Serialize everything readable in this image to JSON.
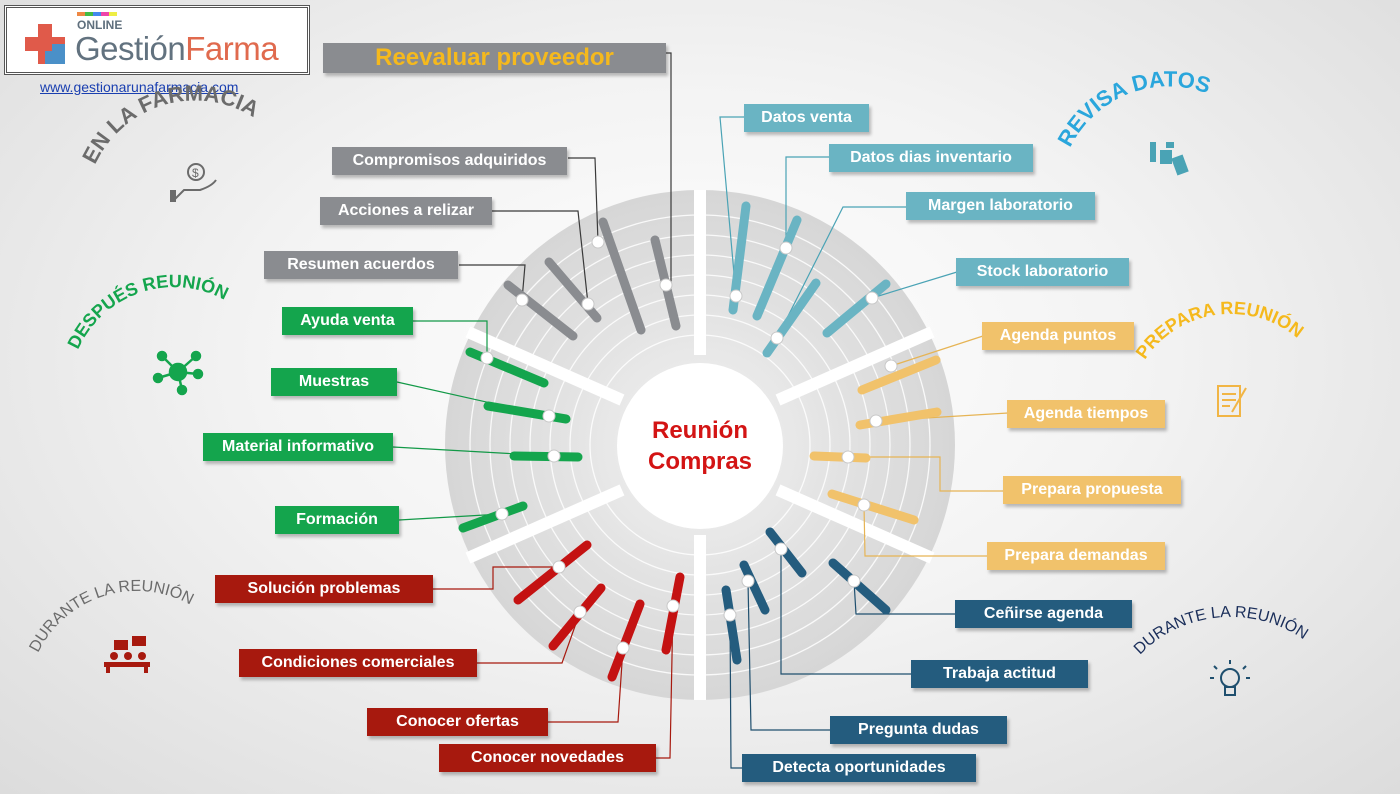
{
  "logo": {
    "online": "ONLINE",
    "name_a": "Gestión",
    "name_b": "Farma"
  },
  "url": "www.gestionarunafarmacia.com",
  "title": "Reevaluar proveedor",
  "center": {
    "line1": "Reunión",
    "line2": "Compras"
  },
  "sections": {
    "en_la_farmacia": "EN LA FARMACIA",
    "revisa_datos": "REVISA DATOS",
    "despues_reunion": "DESPUÉS REUNIÓN",
    "prepara_reunion": "PREPARA REUNIÓN",
    "durante_left": "DURANTE LA REUNIÓN",
    "durante_right": "DURANTE LA REUNIÓN"
  },
  "colors": {
    "gray": "#8a8c90",
    "teal": "#6ab4c3",
    "yellow": "#f1c26b",
    "green": "#14a54d",
    "red": "#a7190e",
    "navy": "#245c7e",
    "title_text": "#f5b91d",
    "center_text": "#d31414"
  },
  "icons": {
    "en_la_farmacia": "hand-coin-icon",
    "revisa_datos": "hand-data-icon",
    "despues_reunion": "network-icon",
    "prepara_reunion": "document-pen-icon",
    "durante_left": "meeting-icon",
    "durante_right": "lightbulb-icon"
  },
  "labels": {
    "gray": [
      "Compromisos adquiridos",
      "Acciones a relizar",
      "Resumen acuerdos"
    ],
    "teal": [
      "Datos venta",
      "Datos dias inventario",
      "Margen laboratorio",
      "Stock laboratorio"
    ],
    "yellow": [
      "Agenda puntos",
      "Agenda tiempos",
      "Prepara propuesta",
      "Prepara demandas"
    ],
    "green": [
      "Ayuda venta",
      "Muestras",
      "Material informativo",
      "Formación"
    ],
    "red": [
      "Solución problemas",
      "Condiciones comerciales",
      "Conocer ofertas",
      "Conocer novedades"
    ],
    "navy": [
      "Ceñirse agenda",
      "Trabaja actitud",
      "Pregunta dudas",
      "Detecta oportunidades"
    ]
  }
}
